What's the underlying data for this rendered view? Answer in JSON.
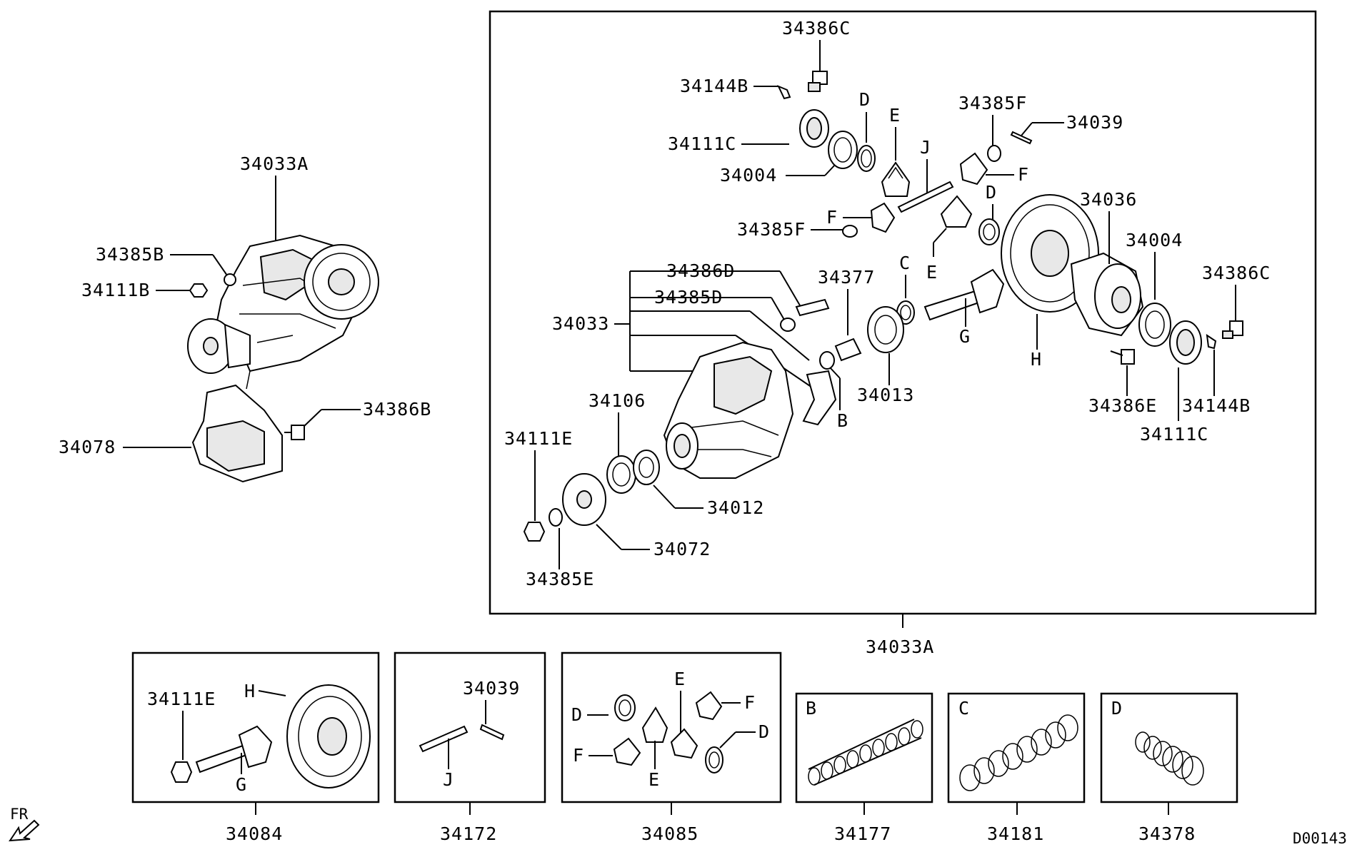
{
  "diagram_id": "D00143",
  "direction_marker": "FR",
  "assembly": {
    "box_label": "34033A",
    "left_view_label": "34033A",
    "left_labels": [
      "34385B",
      "34111B",
      "34386B",
      "34078"
    ],
    "main_labels": [
      "34386C",
      "34144B",
      "34111C",
      "34004",
      "34385F",
      "34039",
      "34036",
      "34004",
      "34385F",
      "34386C",
      "34386D",
      "34385D",
      "34377",
      "34033",
      "34013",
      "34106",
      "34111E",
      "34012",
      "34072",
      "34385E",
      "34386E",
      "34144B",
      "34111C"
    ],
    "letter_labels": [
      "D",
      "E",
      "J",
      "F",
      "F",
      "D",
      "E",
      "C",
      "G",
      "H",
      "B"
    ]
  },
  "kits": [
    {
      "part_no": "34084",
      "inner_labels": [
        "34111E",
        "H",
        "G"
      ]
    },
    {
      "part_no": "34172",
      "inner_labels": [
        "34039",
        "J"
      ]
    },
    {
      "part_no": "34085",
      "inner_labels": [
        "D",
        "E",
        "F",
        "F",
        "E",
        "D"
      ]
    },
    {
      "part_no": "34177",
      "inner_labels": [
        "B"
      ]
    },
    {
      "part_no": "34181",
      "inner_labels": [
        "C"
      ]
    },
    {
      "part_no": "34378",
      "inner_labels": [
        "D"
      ]
    }
  ]
}
